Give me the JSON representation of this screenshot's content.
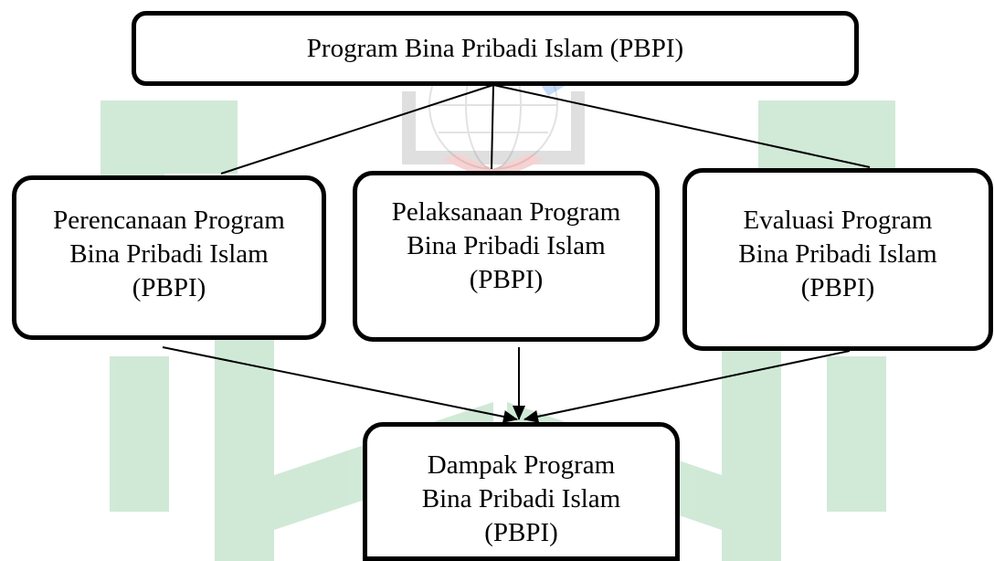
{
  "diagram": {
    "top": {
      "label": "Program Bina Pribadi Islam (PBPI)"
    },
    "stages": [
      {
        "lines": [
          "Perencanaan Program",
          "Bina Pribadi Islam",
          "(PBPI)"
        ]
      },
      {
        "lines": [
          "Pelaksanaan Program",
          "Bina Pribadi Islam",
          "(PBPI)"
        ]
      },
      {
        "lines": [
          "Evaluasi Program",
          "Bina Pribadi Islam",
          "(PBPI)"
        ]
      }
    ],
    "impact": {
      "lines": [
        "Dampak Program",
        "Bina Pribadi Islam",
        "(PBPI)"
      ]
    }
  },
  "colors": {
    "line": "#000000",
    "watermark_green": "#2e9d4a",
    "watermark_gray": "#8f8f8f",
    "watermark_yellow": "#f2c94c",
    "watermark_red": "#e06060"
  }
}
